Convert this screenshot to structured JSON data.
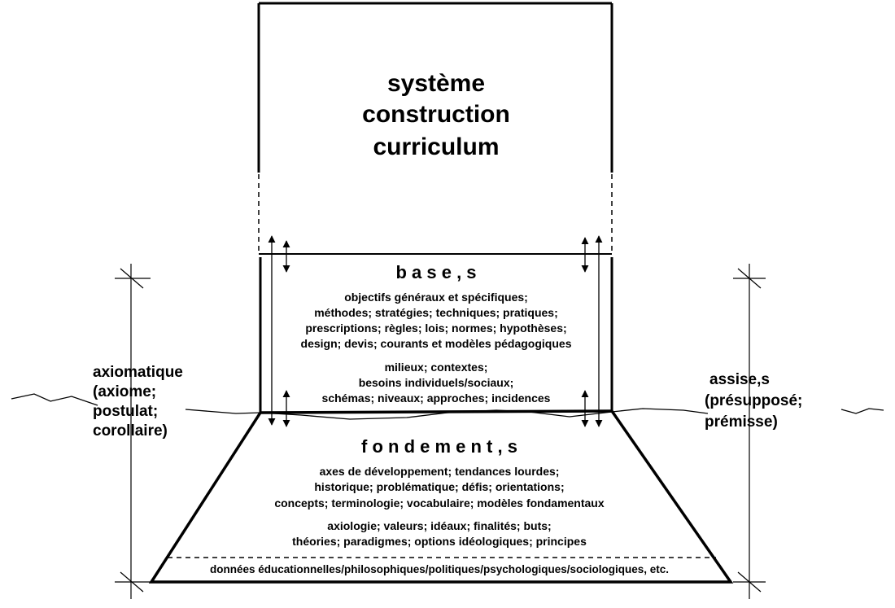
{
  "top_box": {
    "lines": [
      "système",
      "construction",
      "curriculum"
    ]
  },
  "base": {
    "heading": "b a s e , s",
    "group1": [
      "objectifs généraux et spécifiques;",
      "méthodes; stratégies; techniques; pratiques;",
      "prescriptions; règles; lois; normes; hypothèses;",
      "design; devis; courants et modèles pédagogiques"
    ],
    "group2": [
      "milieux; contextes;",
      "besoins individuels/sociaux;",
      "schémas; niveaux; approches; incidences"
    ]
  },
  "fondement": {
    "heading": "f o n d e m e n t , s",
    "group1": [
      "axes de développement; tendances lourdes;",
      "historique; problématique; défis; orientations;",
      "concepts; terminologie; vocabulaire; modèles fondamentaux"
    ],
    "group2": [
      "axiologie; valeurs; idéaux; finalités; buts;",
      "théories; paradigmes; options idéologiques; principes"
    ],
    "bottom_line": "données éducationnelles/philosophiques/politiques/psychologiques/sociologiques, etc."
  },
  "left_label": [
    "axiomatique",
    "(axiome;",
    "postulat;",
    "corollaire)"
  ],
  "right_label": [
    "assise,s",
    "(présupposé;",
    "prémisse)"
  ]
}
